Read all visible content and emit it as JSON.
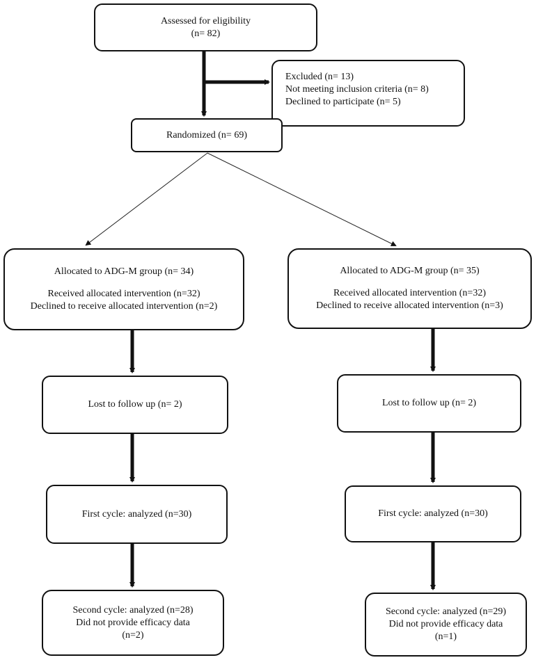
{
  "assessed": {
    "line1": "Assessed for eligibility",
    "line2": "(n= 82)"
  },
  "excluded": {
    "line1": "Excluded (n= 13)",
    "line2": "Not meeting inclusion criteria (n= 8)",
    "line3": "Declined to participate (n= 5)"
  },
  "randomized": {
    "label": "Randomized (n= 69)"
  },
  "left": {
    "allocated": "Allocated to ADG-M group (n= 34)",
    "received": "Received allocated intervention (n=32)",
    "declined": "Declined to receive allocated intervention (n=2)",
    "lost": "Lost to follow up (n= 2)",
    "first_cycle": "First cycle: analyzed (n=30)",
    "second_cycle": "Second cycle: analyzed (n=28)",
    "no_data": "Did not provide efficacy data",
    "no_data_n": "(n=2)"
  },
  "right": {
    "allocated": "Allocated to ADG-M group (n= 35)",
    "received": "Received allocated intervention (n=32)",
    "declined": "Declined to receive allocated intervention (n=3)",
    "lost": "Lost to follow up (n= 2)",
    "first_cycle": "First cycle: analyzed (n=30)",
    "second_cycle": "Second cycle: analyzed (n=29)",
    "no_data": "Did not provide efficacy data",
    "no_data_n": "(n=1)"
  }
}
